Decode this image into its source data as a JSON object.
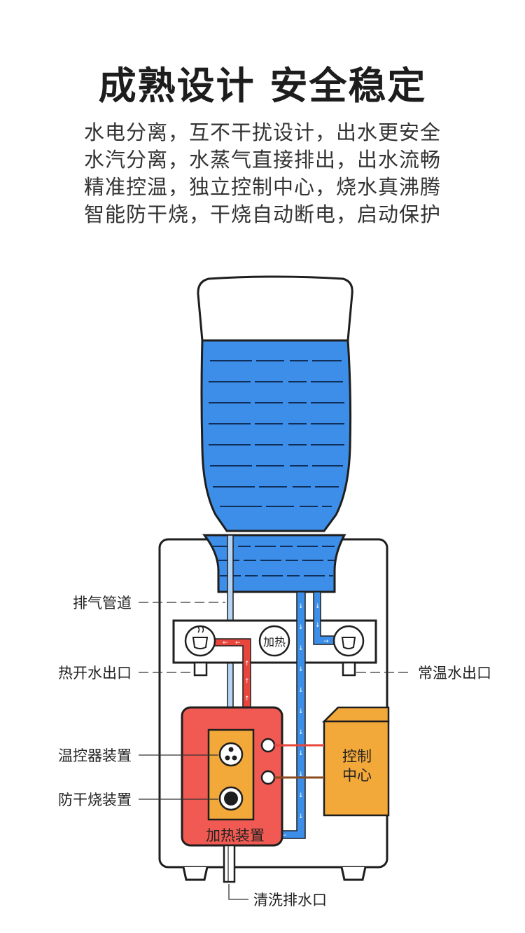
{
  "title": "成熟设计 安全稳定",
  "description": [
    "水电分离，互不干扰设计，出水更安全",
    "水汽分离，水蒸气直接排出，出水流畅",
    "精准控温，独立控制中心，烧水真沸腾",
    "智能防干烧，干烧自动断电，启动保护"
  ],
  "labels": {
    "exhaust_pipe": "排气管道",
    "hot_water_outlet": "热开水出口",
    "normal_water_outlet": "常温水出口",
    "thermostat": "温控器装置",
    "anti_dry_burn": "防干烧装置",
    "heater": "加热装置",
    "control_center_line1": "控制",
    "control_center_line2": "中心",
    "heat_button": "加热",
    "drain_outlet": "清洗排水口"
  },
  "colors": {
    "water": "#3d8ee8",
    "heater": "#f05a52",
    "control": "#f3a93a",
    "hot_pipe": "#e8453c"
  }
}
